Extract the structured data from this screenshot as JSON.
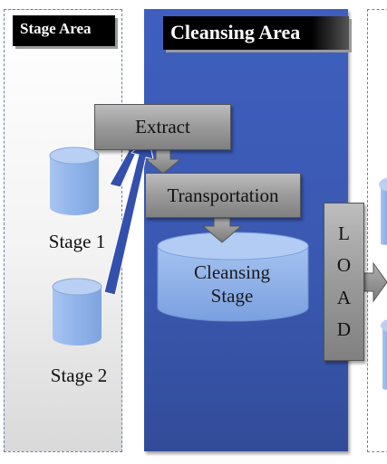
{
  "stage_area": {
    "title": "Stage Area",
    "databases": [
      {
        "label": "Stage 1"
      },
      {
        "label": "Stage 2"
      }
    ]
  },
  "cleansing_area": {
    "title": "Cleansing Area",
    "extract_label": "Extract",
    "transportation_label": "Transportation",
    "cleansing_stage_line1": "Cleansing",
    "cleansing_stage_line2": "Stage"
  },
  "load": {
    "letters": [
      "L",
      "O",
      "A",
      "D"
    ]
  },
  "colors": {
    "cleansing_panel": "#3a58b0",
    "database_fill": "#8fb3ea",
    "arrow_blue": "#3450ad",
    "process_box": "#9a9a9a"
  }
}
